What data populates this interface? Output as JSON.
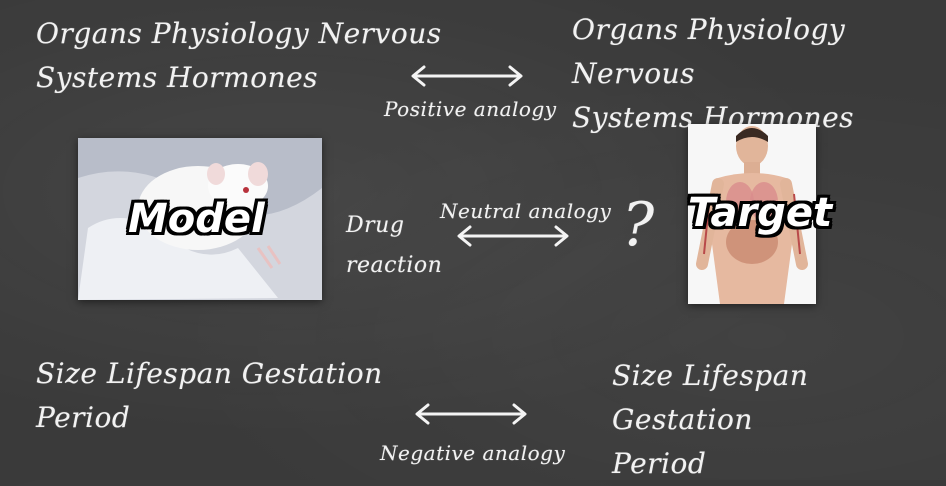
{
  "top_left": {
    "line1": "Organs Physiology Nervous",
    "line2": "Systems Hormones"
  },
  "top_right": {
    "line1": "Organs Physiology Nervous",
    "line2": "Systems Hormones"
  },
  "positive_label": "Positive analogy",
  "model_label": "Model",
  "target_label": "Target",
  "drug_label": {
    "line1": "Drug",
    "line2": "reaction"
  },
  "neutral_label": "Neutral analogy",
  "question_mark": "?",
  "bottom_left": {
    "line1": "Size Lifespan Gestation",
    "line2": "Period"
  },
  "bottom_right": {
    "line1": "Size Lifespan Gestation",
    "line2": "Period"
  },
  "negative_label": "Negative analogy",
  "icons": [
    "double-arrow-icon",
    "rat-photo",
    "human-anatomy-photo"
  ]
}
